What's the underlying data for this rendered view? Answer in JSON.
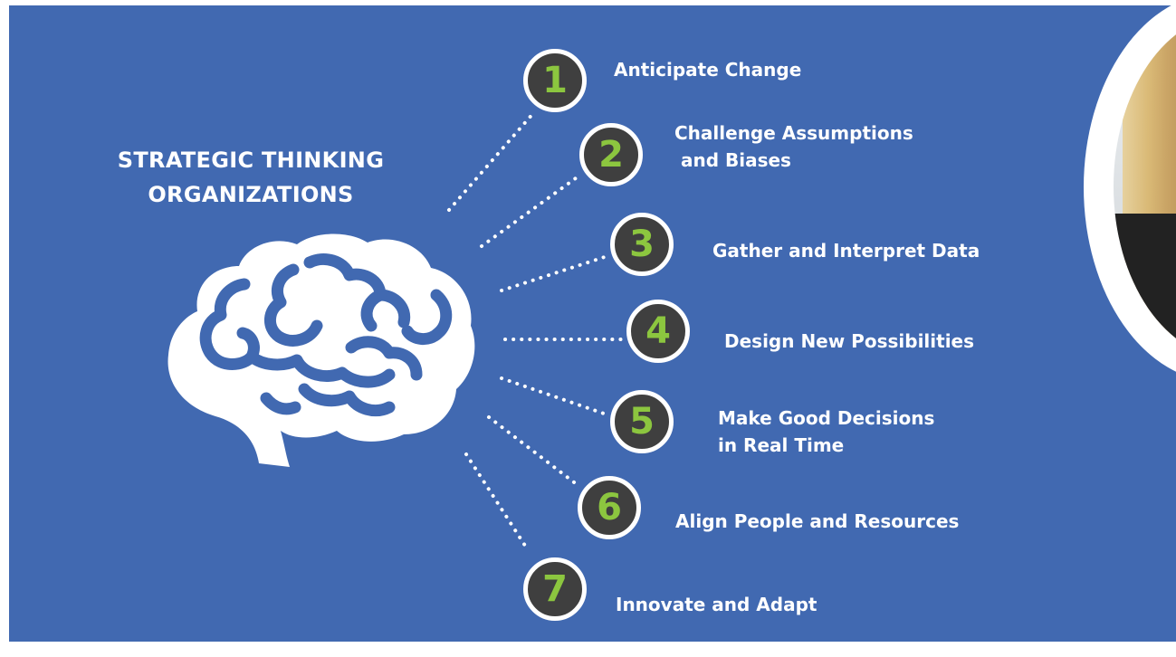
{
  "title": {
    "line1": "STRATEGIC THINKING",
    "line2": "ORGANIZATIONS"
  },
  "colors": {
    "background": "#4169b1",
    "circle_fill": "#3f3f3f",
    "number": "#8cc63f",
    "text": "#ffffff"
  },
  "items": [
    {
      "number": "1",
      "line1": "Anticipate Change",
      "line2": ""
    },
    {
      "number": "2",
      "line1": "Challenge Assumptions",
      "line2": " and Biases"
    },
    {
      "number": "3",
      "line1": "Gather and Interpret Data",
      "line2": ""
    },
    {
      "number": "4",
      "line1": "Design New Possibilities",
      "line2": ""
    },
    {
      "number": "5",
      "line1": "Make Good Decisions",
      "line2": "in Real Time"
    },
    {
      "number": "6",
      "line1": "Align People and Resources",
      "line2": ""
    },
    {
      "number": "7",
      "line1": "Innovate and Adapt",
      "line2": ""
    }
  ]
}
